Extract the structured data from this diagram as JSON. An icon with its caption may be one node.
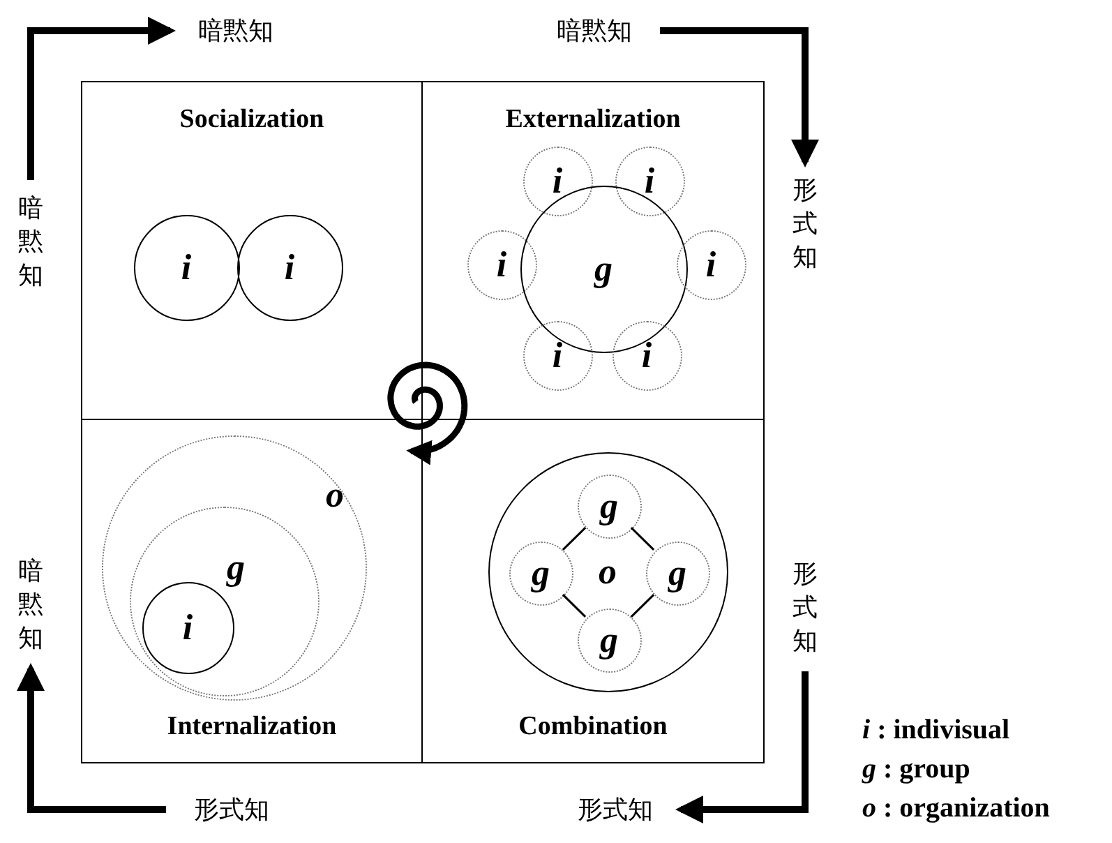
{
  "diagram": {
    "nodes": [
      {
        "text": [
          "Socialization"
        ]
      },
      {
        "text": [
          "i"
        ],
        "in": 0
      },
      {
        "text": [
          "i"
        ],
        "in": 0
      },
      {
        "text": [
          "Externalization"
        ]
      },
      {
        "text": [
          "i"
        ],
        "in": 3
      },
      {
        "text": [
          "i"
        ],
        "in": 3
      },
      {
        "text": [
          "i"
        ],
        "in": 3
      },
      {
        "text": [
          "g"
        ],
        "in": 3
      },
      {
        "text": [
          "i"
        ],
        "in": 3
      },
      {
        "text": [
          "i"
        ],
        "in": 3
      },
      {
        "text": [
          "i"
        ],
        "in": 3
      },
      {
        "text": [
          "Internalization"
        ]
      },
      {
        "text": [
          "o"
        ],
        "in": 11
      },
      {
        "text": [
          "g"
        ],
        "in": 12
      },
      {
        "text": [
          "i"
        ],
        "in": 13
      },
      {
        "text": [
          "Combination"
        ]
      },
      {
        "text": [
          "o"
        ],
        "in": 15
      },
      {
        "text": [
          "g"
        ],
        "in": 16
      },
      {
        "text": [
          "g"
        ],
        "in": 16
      },
      {
        "text": [
          "g"
        ],
        "in": 16
      },
      {
        "text": [
          "g"
        ],
        "in": 16
      },
      {
        "text": [
          "暗黙知"
        ]
      },
      {
        "text": [
          "暗黙知"
        ]
      },
      {
        "text": [
          "形式知"
        ]
      },
      {
        "text": [
          "形式知"
        ]
      },
      {
        "text": [
          "形式知"
        ]
      },
      {
        "text": [
          "形式知"
        ]
      },
      {
        "text": [
          "暗黙知"
        ]
      },
      {
        "text": [
          "暗黙知"
        ]
      }
    ],
    "edges": [
      {
        "from": 28,
        "to": 21,
        "arrow": "to",
        "style": "thick"
      },
      {
        "from": 22,
        "to": 23,
        "arrow": "to",
        "style": "thick"
      },
      {
        "from": 24,
        "to": 25,
        "arrow": "to",
        "style": "thick"
      },
      {
        "from": 26,
        "to": 27,
        "arrow": "to",
        "style": "thick"
      },
      {
        "from": 17,
        "to": 18,
        "arrow": "none"
      },
      {
        "from": 17,
        "to": 19,
        "arrow": "none"
      },
      {
        "from": 18,
        "to": 20,
        "arrow": "none"
      },
      {
        "from": 19,
        "to": 20,
        "arrow": "none"
      }
    ],
    "labels": [
      "*i* : indivisual",
      "*g* : group",
      "*o* : organization"
    ]
  }
}
